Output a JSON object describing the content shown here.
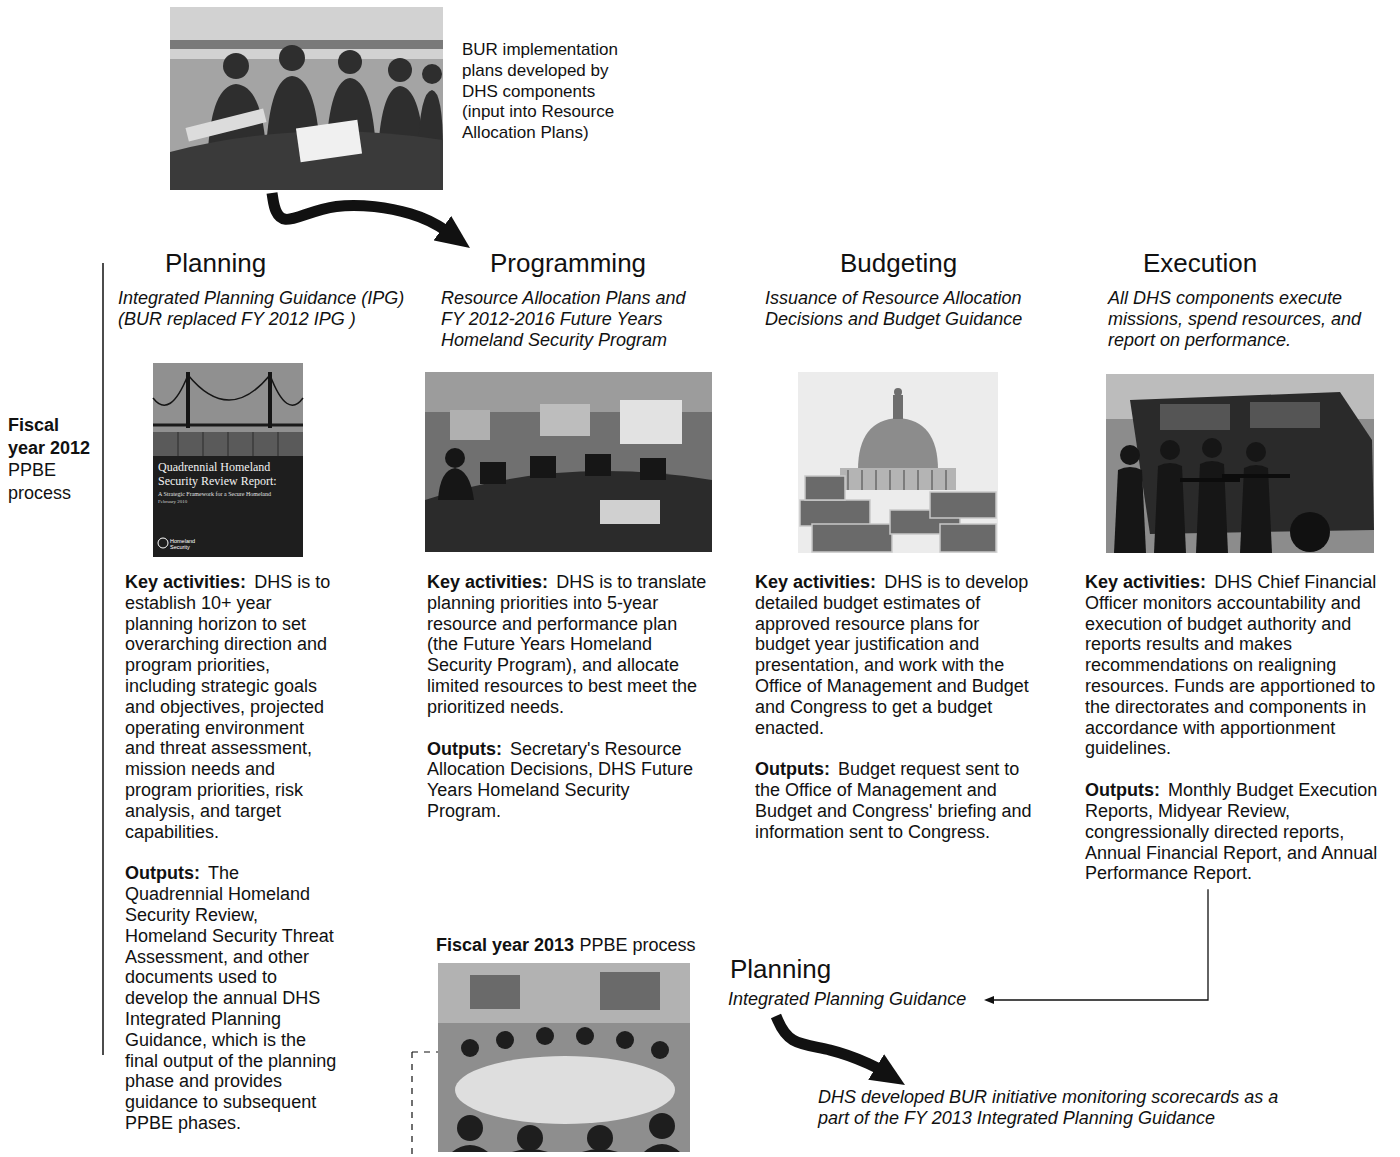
{
  "diagram": {
    "nodes": [
      {
        "text": [
          "BUR implementation plans developed by DHS components (input into Resource Allocation Plans)"
        ]
      },
      {
        "text": [
          "Planning",
          "Integrated Planning Guidance (IPG) (BUR replaced FY 2012 IPG )",
          "Key activities:",
          "DHS is to establish 10+ year planning horizon to set overarching direction and program priorities, including strategic goals and objectives, projected operating environment and threat assessment, mission needs and program priorities, risk analysis, and target capabilities.",
          "Outputs:",
          "The Quadrennial Homeland Security Review, Homeland Security Threat Assessment, and other documents used to develop the annual DHS Integrated Planning Guidance, which is the final output of the planning phase and provides guidance to subsequent PPBE phases."
        ]
      },
      {
        "text": [
          "Programming",
          "Resource Allocation Plans and FY 2012-2016 Future Years Homeland Security Program",
          "Key activities:",
          "DHS is to translate planning priorities into 5-year resource and performance plan (the Future Years Homeland Security Program), and allocate limited resources to best meet the prioritized needs.",
          "Outputs:",
          "Secretary's Resource Allocation Decisions, DHS Future Years Homeland Security Program."
        ]
      },
      {
        "text": [
          "Budgeting",
          "Issuance of Resource Allocation Decisions and Budget Guidance",
          "Key activities:",
          "DHS is to develop detailed budget estimates of approved resource plans for budget year justification and presentation, and work with the Office of Management and Budget and Congress to get a budget enacted.",
          "Outputs:",
          "Budget request sent to the Office of Management and Budget and Congress' briefing and information sent to Congress."
        ]
      },
      {
        "text": [
          "Execution",
          "All DHS components execute missions, spend resources, and report on performance.",
          "Key activities:",
          "DHS Chief Financial Officer monitors accountability and execution of budget authority and reports results and makes recommendations on realigning resources. Funds are apportioned to the directorates and components in accordance with apportionment guidelines.",
          "Outputs:",
          "Monthly Budget Execution Reports, Midyear Review, congressionally directed reports, Annual Financial Report, and Annual Performance Report."
        ]
      },
      {
        "text": [
          "Planning",
          "Integrated Planning Guidance"
        ]
      },
      {
        "text": [
          "DHS developed BUR initiative monitoring scorecards as a part of the FY 2013 Integrated Planning Guidance"
        ]
      }
    ],
    "edges": [
      {
        "from": 0,
        "to": 2,
        "arrow": "to"
      },
      {
        "from": 4,
        "to": 5,
        "arrow": "to"
      },
      {
        "from": 5,
        "to": 6,
        "arrow": "to"
      }
    ],
    "labels": [
      "Fiscal year 2012",
      "PPBE process",
      "Fiscal year 2013",
      "PPBE process",
      "Quadrennial Homeland Security Review Report:",
      "A Strategic Framework for a Secure Homeland",
      "February 2010",
      "Homeland Security"
    ]
  }
}
